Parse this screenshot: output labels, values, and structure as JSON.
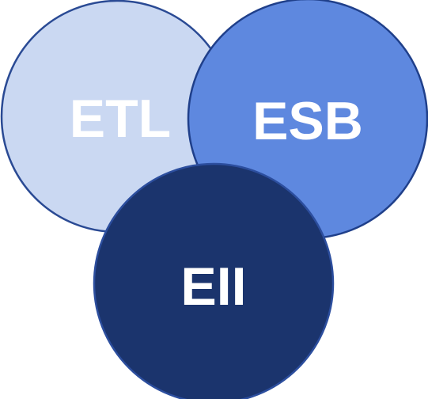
{
  "diagram": {
    "circles": [
      {
        "id": "etl",
        "label": "ETL",
        "fill": "#cad8f2",
        "stroke": "#2a4a94"
      },
      {
        "id": "esb",
        "label": "ESB",
        "fill": "#5e88df",
        "stroke": "#1f3f8a"
      },
      {
        "id": "eii",
        "label": "EII",
        "fill": "#1b346d",
        "stroke": "#2c4e9e"
      }
    ]
  }
}
